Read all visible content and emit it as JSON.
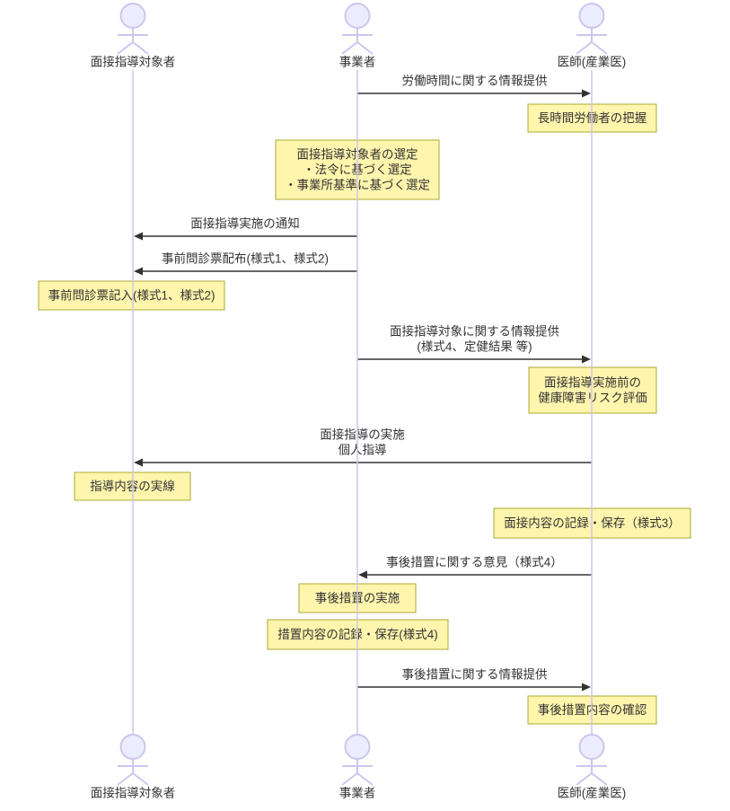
{
  "actors": [
    "面接指導対象者",
    "事業者",
    "医師(産業医)"
  ],
  "sequence": [
    {
      "message": [
        "労働時間に関する情報提供"
      ],
      "from": 1,
      "to": 2
    },
    {
      "note": [
        "長時間労働者の把握"
      ],
      "over": 2
    },
    {
      "note": [
        "面接指導対象者の選定",
        "・法令に基づく選定",
        "・事業所基準に基づく選定"
      ],
      "over": 1
    },
    {
      "message": [
        "面接指導実施の通知"
      ],
      "from": 1,
      "to": 0
    },
    {
      "message": [
        "事前問診票配布(様式1、様式2)"
      ],
      "from": 1,
      "to": 0
    },
    {
      "note": [
        "事前問診票記入(様式1、様式2)"
      ],
      "over": 0
    },
    {
      "message": [
        "面接指導対象に関する情報提供",
        "(様式4、定健結果 等)"
      ],
      "from": 1,
      "to": 2
    },
    {
      "note": [
        "面接指導実施前の",
        "健康障害リスク評価"
      ],
      "over": 2
    },
    {
      "message": [
        "面接指導の実施",
        "個人指導"
      ],
      "from": 2,
      "to": 0
    },
    {
      "note": [
        "指導内容の実線"
      ],
      "over": 0
    },
    {
      "note": [
        "面接内容の記録・保存（様式3）"
      ],
      "over": 2
    },
    {
      "message": [
        "事後措置に関する意見（様式4）"
      ],
      "from": 2,
      "to": 1
    },
    {
      "note": [
        "事後措置の実施"
      ],
      "over": 1
    },
    {
      "note": [
        "措置内容の記録・保存(様式4)"
      ],
      "over": 1
    },
    {
      "message": [
        "事後措置に関する情報提供"
      ],
      "from": 1,
      "to": 2
    },
    {
      "note": [
        "事後措置内容の確認"
      ],
      "over": 2
    }
  ],
  "colors": {
    "lifeline": "#cdc6ee",
    "actor_fill": "#ececff",
    "actor_stroke": "#cdc6ee",
    "arrow": "#333333",
    "text": "#333333",
    "note_fill": "#fff5ad",
    "note_stroke": "#aaaa33"
  }
}
